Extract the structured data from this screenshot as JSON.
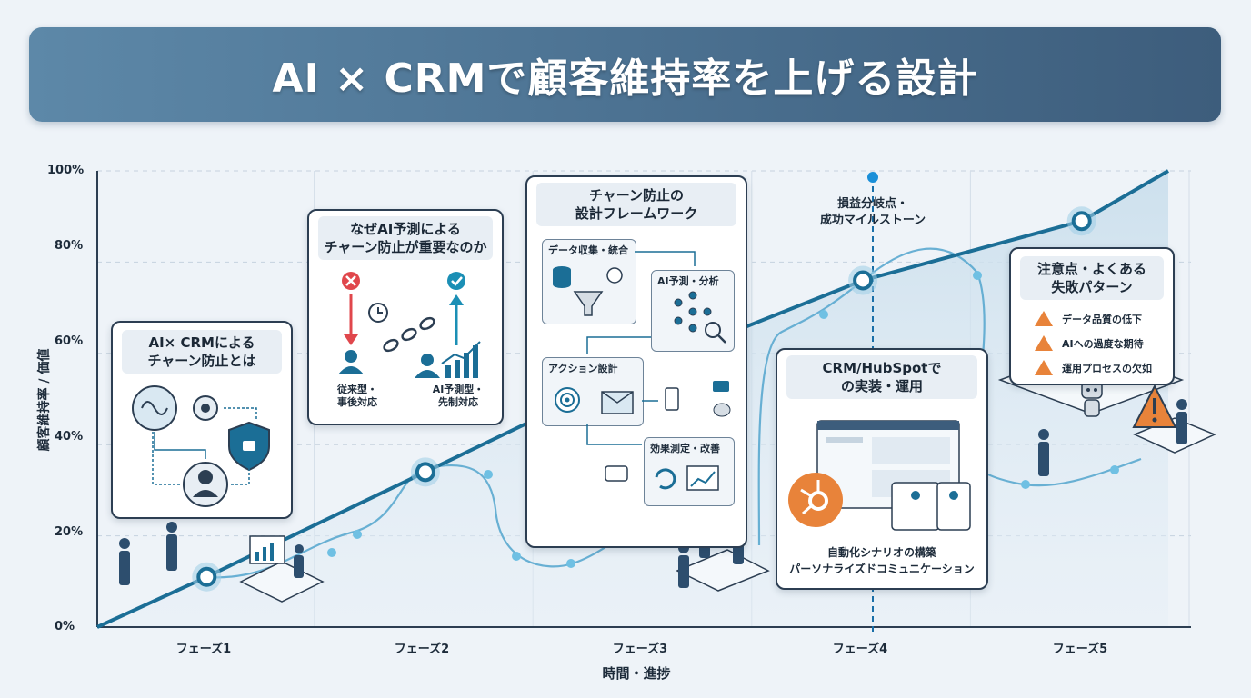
{
  "title": "AI × CRMで顧客維持率を上げる設計",
  "axes": {
    "y_label": "顧客維持率 / 価値",
    "x_label": "時間・進捗",
    "y_ticks": [
      "0%",
      "20%",
      "40%",
      "60%",
      "80%",
      "100%"
    ],
    "x_ticks": [
      "フェーズ1",
      "フェーズ2",
      "フェーズ3",
      "フェーズ4",
      "フェーズ5"
    ]
  },
  "chart_data": {
    "type": "line",
    "x": [
      "フェーズ1",
      "フェーズ2",
      "フェーズ3",
      "フェーズ4",
      "フェーズ5"
    ],
    "series": [
      {
        "values": [
          11,
          34,
          57,
          76,
          89
        ]
      }
    ],
    "ylim": [
      0,
      100
    ],
    "grid": true
  },
  "milestone": {
    "label_line1": "損益分岐点・",
    "label_line2": "成功マイルストーン"
  },
  "cards": {
    "phase1": {
      "title_line1": "AI× CRMによる",
      "title_line2": "チャーン防止とは"
    },
    "phase2": {
      "title_line1": "なぜAI予測による",
      "title_line2": "チャーン防止が重要なのか",
      "left_caption_1": "従来型・",
      "left_caption_2": "事後対応",
      "right_caption_1": "AI予測型・",
      "right_caption_2": "先制対応"
    },
    "phase3": {
      "title_line1": "チャーン防止の",
      "title_line2": "設計フレームワーク",
      "step1": "データ収集・統合",
      "step2": "AI予測・分析",
      "step3": "アクション設計",
      "step4": "効果測定・改善"
    },
    "phase4": {
      "title_line1": "CRM/HubSpotで",
      "title_line2": "の実装・運用",
      "caption_1": "自動化シナリオの構築",
      "caption_2": "パーソナライズドコミュニケーション"
    },
    "phase5": {
      "title_line1": "注意点・よくある",
      "title_line2": "失敗パターン",
      "warnings": [
        "データ品質の低下",
        "AIへの過度な期待",
        "運用プロセスの欠如"
      ]
    }
  },
  "colors": {
    "accent": "#1b6e96",
    "banner": "#4c7292",
    "warning": "#e8833a",
    "danger": "#e0474c",
    "success": "#1b8fb5"
  }
}
